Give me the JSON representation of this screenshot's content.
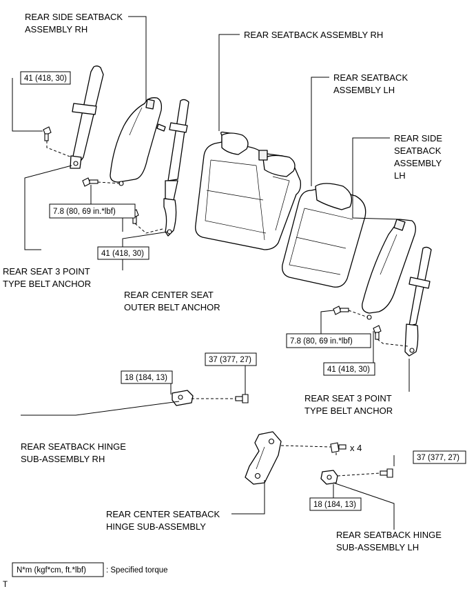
{
  "labels": {
    "rear_side_seatback_rh_l1": "REAR SIDE SEATBACK",
    "rear_side_seatback_rh_l2": "ASSEMBLY RH",
    "rear_seatback_rh": "REAR SEATBACK ASSEMBLY RH",
    "rear_seatback_lh_l1": "REAR SEATBACK",
    "rear_seatback_lh_l2": "ASSEMBLY LH",
    "rear_side_seatback_lh_l1": "REAR SIDE",
    "rear_side_seatback_lh_l2": "SEATBACK",
    "rear_side_seatback_lh_l3": "ASSEMBLY",
    "rear_side_seatback_lh_l4": "LH",
    "belt_anchor_rh_l1": "REAR SEAT 3 POINT",
    "belt_anchor_rh_l2": "TYPE BELT ANCHOR",
    "center_belt_anchor_l1": "REAR CENTER SEAT",
    "center_belt_anchor_l2": "OUTER BELT ANCHOR",
    "belt_anchor_lh_l1": "REAR SEAT 3 POINT",
    "belt_anchor_lh_l2": "TYPE BELT ANCHOR",
    "hinge_rh_l1": "REAR SEATBACK HINGE",
    "hinge_rh_l2": "SUB-ASSEMBLY RH",
    "center_hinge_l1": "REAR CENTER SEATBACK",
    "center_hinge_l2": "HINGE SUB-ASSEMBLY",
    "hinge_lh_l1": "REAR SEATBACK HINGE",
    "hinge_lh_l2": "SUB-ASSEMBLY LH",
    "bolt_qty": "x 4"
  },
  "torques": {
    "t41_top_left": "41 (418, 30)",
    "t78_left": "7.8 (80, 69 in.*lbf)",
    "t41_mid_left": "41 (418, 30)",
    "t78_right": "7.8 (80, 69 in.*lbf)",
    "t41_right": "41 (418, 30)",
    "t37_hinge_rh": "37 (377, 27)",
    "t18_hinge_rh": "18 (184, 13)",
    "t37_hinge_lh": "37 (377, 27)",
    "t18_hinge_lh": "18 (184, 13)"
  },
  "legend": {
    "unit_box": "N*m (kgf*cm, ft.*lbf)",
    "meaning": ": Specified torque"
  },
  "footer_mark": "T"
}
